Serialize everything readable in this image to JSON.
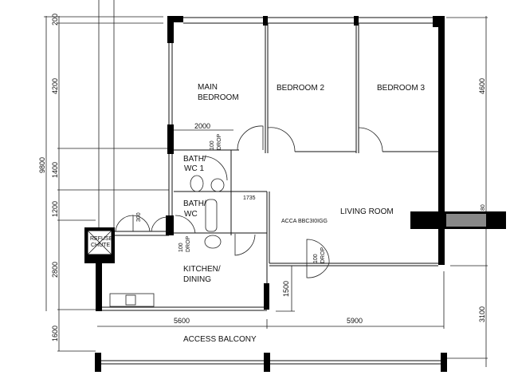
{
  "rooms": {
    "main_bedroom": [
      "MAIN",
      "BEDROOM"
    ],
    "bedroom2": "BEDROOM 2",
    "bedroom3": "BEDROOM 3",
    "bath_wc1": [
      "BATH/",
      "WC 1"
    ],
    "bath_wc2": [
      "BATH/",
      "WC"
    ],
    "living": "LIVING ROOM",
    "kitchen": [
      "KITCHEN/",
      "DINING"
    ],
    "refuse": [
      "REFUSE",
      "CHUTE"
    ],
    "balcony": "ACCESS BALCONY",
    "living_note": "ACCA BBC3I0IGG"
  },
  "notes": {
    "drop1": [
      "100",
      "DROP"
    ],
    "drop2": [
      "100",
      "DROP"
    ],
    "drop3": [
      "100",
      "DROP"
    ]
  },
  "dimensions": {
    "left_outer": "9800",
    "left_200": "200",
    "left_4200": "4200",
    "left_1400": "1400",
    "left_1200": "1200",
    "left_2800": "2800",
    "left_1600": "1600",
    "right_4600": "4600",
    "right_3100": "3100",
    "right_small": "80",
    "bed_2000": "2000",
    "bath_1735": "1735",
    "corridor_300": "300",
    "balcony_1500": "1500",
    "bottom_5600": "5600",
    "bottom_5900": "5900"
  }
}
